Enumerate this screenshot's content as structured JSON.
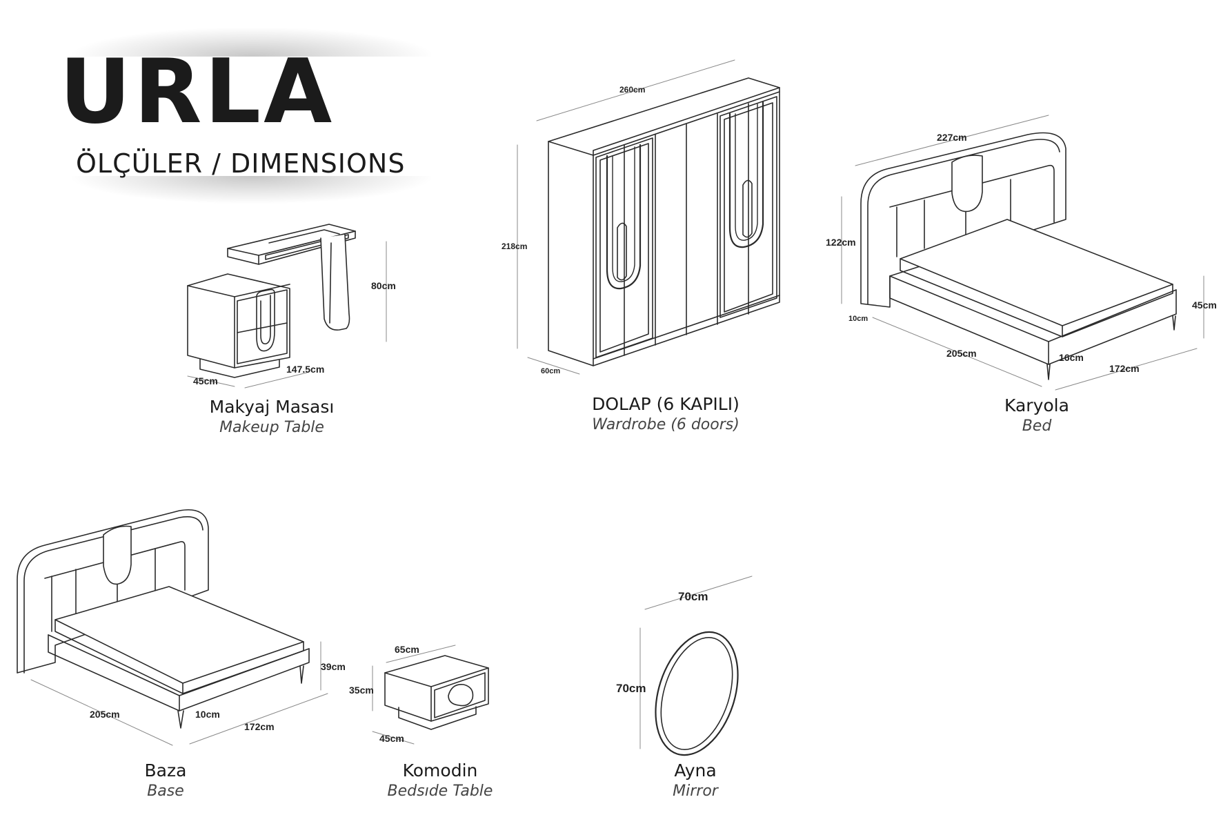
{
  "header": {
    "brand": "URLA",
    "subtitle": "ÖLÇÜLER / DIMENSIONS"
  },
  "products": {
    "makeup_table": {
      "name_tr": "Makyaj Masası",
      "name_en": "Makeup Table",
      "dims": {
        "height": "80cm",
        "width": "147.5cm",
        "depth": "45cm"
      }
    },
    "wardrobe": {
      "name_tr": "DOLAP (6 KAPILI)",
      "name_en": "Wardrobe (6 doors)",
      "dims": {
        "width": "260cm",
        "height": "218cm",
        "depth": "60cm"
      }
    },
    "bed": {
      "name_tr": "Karyola",
      "name_en": "Bed",
      "dims": {
        "width_top": "227cm",
        "headboard": "122cm",
        "side": "10cm",
        "length": "205cm",
        "leg": "16cm",
        "width": "172cm",
        "height": "45cm"
      }
    },
    "base": {
      "name_tr": "Baza",
      "name_en": "Base",
      "dims": {
        "length": "205cm",
        "leg": "10cm",
        "width": "172cm",
        "height": "39cm"
      }
    },
    "bedside_table": {
      "name_tr": "Komodin",
      "name_en": "Bedsıde Table",
      "dims": {
        "width": "65cm",
        "height": "35cm",
        "depth": "45cm"
      }
    },
    "mirror": {
      "name_tr": "Ayna",
      "name_en": "Mirror",
      "dims": {
        "width": "70cm",
        "height": "70cm"
      }
    }
  }
}
